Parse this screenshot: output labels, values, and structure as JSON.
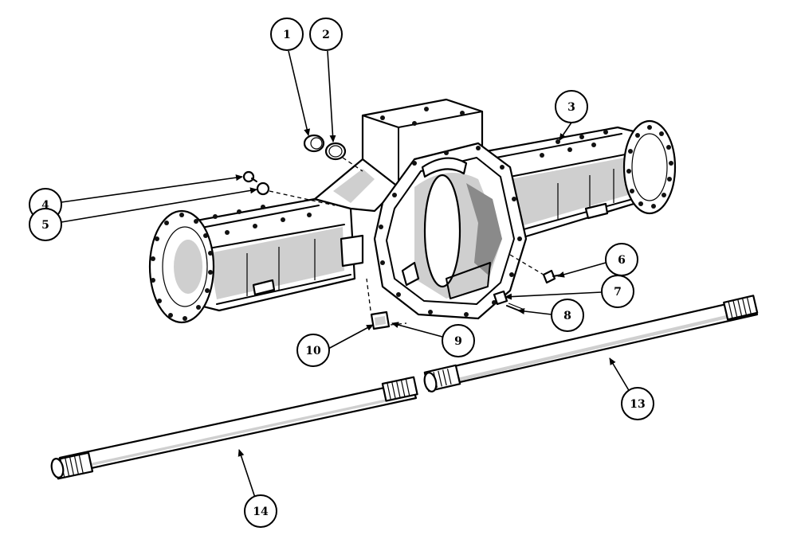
{
  "figure": {
    "callouts": [
      {
        "id": "1",
        "label": "1"
      },
      {
        "id": "2",
        "label": "2"
      },
      {
        "id": "3",
        "label": "3"
      },
      {
        "id": "4",
        "label": "4"
      },
      {
        "id": "5",
        "label": "5"
      },
      {
        "id": "6",
        "label": "6"
      },
      {
        "id": "7",
        "label": "7"
      },
      {
        "id": "8",
        "label": "8"
      },
      {
        "id": "9",
        "label": "9"
      },
      {
        "id": "10",
        "label": "10"
      },
      {
        "id": "13",
        "label": "13"
      },
      {
        "id": "14",
        "label": "14"
      }
    ]
  }
}
